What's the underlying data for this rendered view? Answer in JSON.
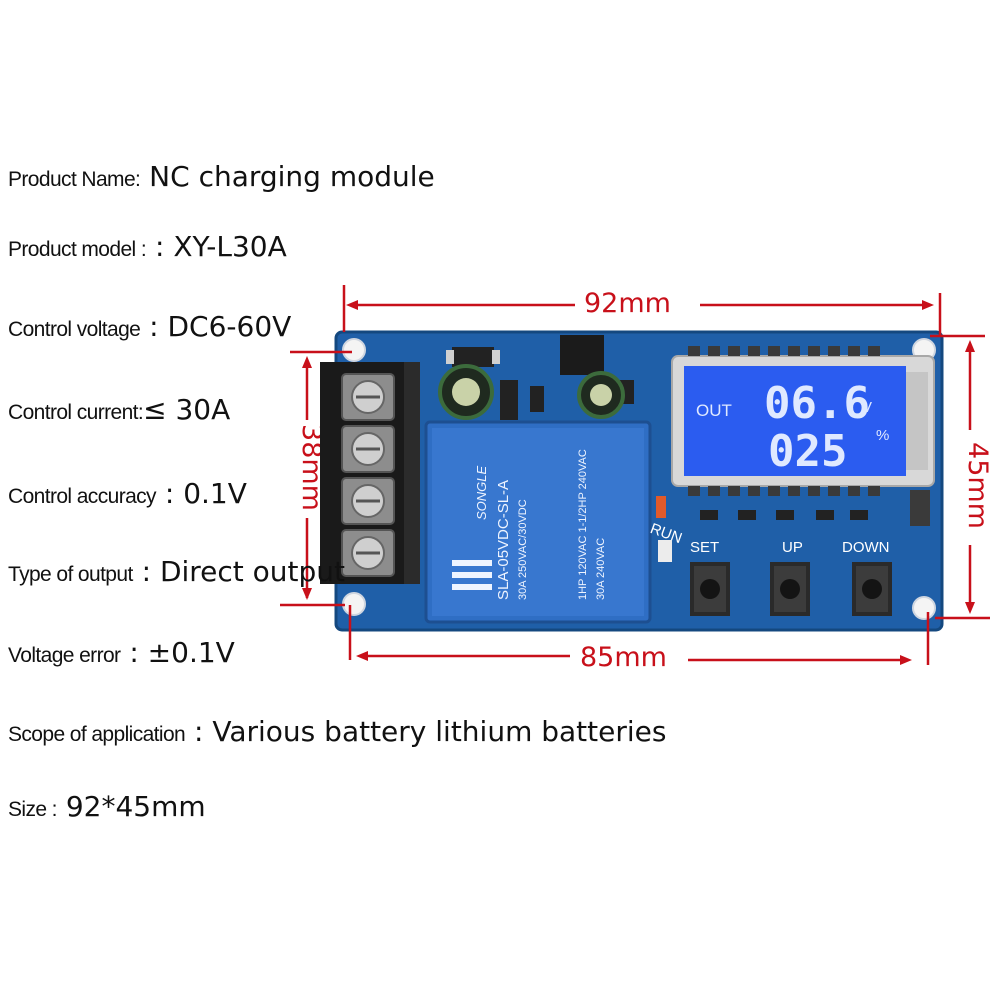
{
  "specs": [
    {
      "label": "Product Name:",
      "value": " NC charging module"
    },
    {
      "label": "Product model :",
      "value": " : XY-L30A"
    },
    {
      "label": "Control voltage",
      "value": " : DC6-60V"
    },
    {
      "label": "Control current:",
      "value": "≤ 30A"
    },
    {
      "label": "Control accuracy",
      "value": " : 0.1V"
    },
    {
      "label": "Type of output",
      "value": " : Direct output"
    },
    {
      "label": "Voltage error",
      "value": " : ±0.1V"
    },
    {
      "label": "Scope of application",
      "value": " : Various battery lithium batteries"
    },
    {
      "label": "Size :",
      "value": " 92*45mm"
    }
  ],
  "dimensions": {
    "top_width": "92mm",
    "bottom_width": "85mm",
    "left_height": "38mm",
    "right_height": "45mm",
    "color": "#c8101a"
  },
  "board": {
    "pcb_color": "#1f5fa8",
    "lcd": {
      "out_label": "OUT",
      "voltage": "06.6",
      "voltage_unit": "V",
      "percent": "025",
      "percent_unit": "%"
    },
    "buttons": [
      "SET",
      "UP",
      "DOWN"
    ],
    "run_label": "RUN",
    "relay": {
      "brand": "SONGLE",
      "model": "SLA-05VDC-SL-A",
      "rating1": "30A  250VAC/30VDC",
      "rating2": "1HP 120VAC  1-1/2HP 240VAC",
      "rating3": "30A 240VAC"
    }
  }
}
